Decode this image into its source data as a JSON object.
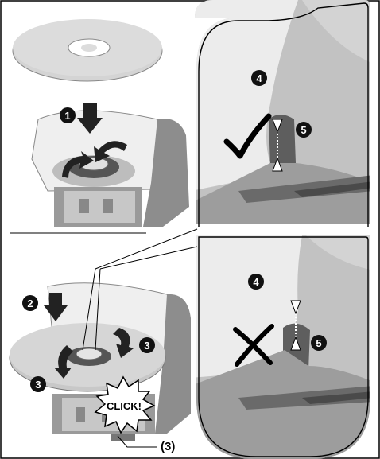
{
  "steps": {
    "s1": "1",
    "s2": "2",
    "s3a": "3",
    "s3b": "3",
    "s4top": "4",
    "s5top": "5",
    "s4bot": "4",
    "s5bot": "5"
  },
  "click_text": "CLICK!",
  "reference_label": "(3)",
  "colors": {
    "disc": "#d2d2d2",
    "guard": "#e6e6e6",
    "panel": "#bfbfbf",
    "dark": "#6f6f6f",
    "arrow": "#222222"
  },
  "icons": {
    "correct": "check-mark-icon",
    "wrong": "cross-mark-icon"
  }
}
